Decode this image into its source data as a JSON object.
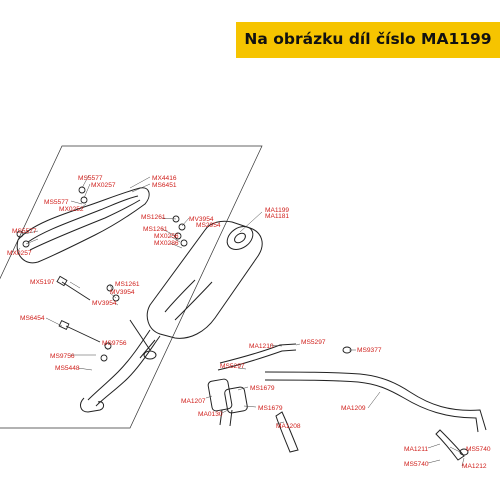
{
  "banner": {
    "text": "Na obrázku díl číslo MA1199",
    "color": "#f6c400"
  },
  "label_color": "#d0201c",
  "parts": [
    "MS5577",
    "MX0257",
    "MS5577",
    "MX0252",
    "MX4416",
    "MS6451",
    "MS5577",
    "MX0257",
    "MS1261",
    "MV3954",
    "MS2954",
    "MS1261",
    "MX0256",
    "MX0286",
    "MA1199",
    "MA1181",
    "MX5197",
    "MS1261",
    "MV3954",
    "MV3954",
    "MS6454",
    "MS9756",
    "MS9756",
    "MS5448",
    "MA1210",
    "MS5297",
    "MS5297",
    "MS9377",
    "MS1679",
    "MA1207",
    "MA0130",
    "MS1679",
    "MA1208",
    "MA1209",
    "MA1211",
    "MS5740",
    "MS5740",
    "MA1212"
  ]
}
